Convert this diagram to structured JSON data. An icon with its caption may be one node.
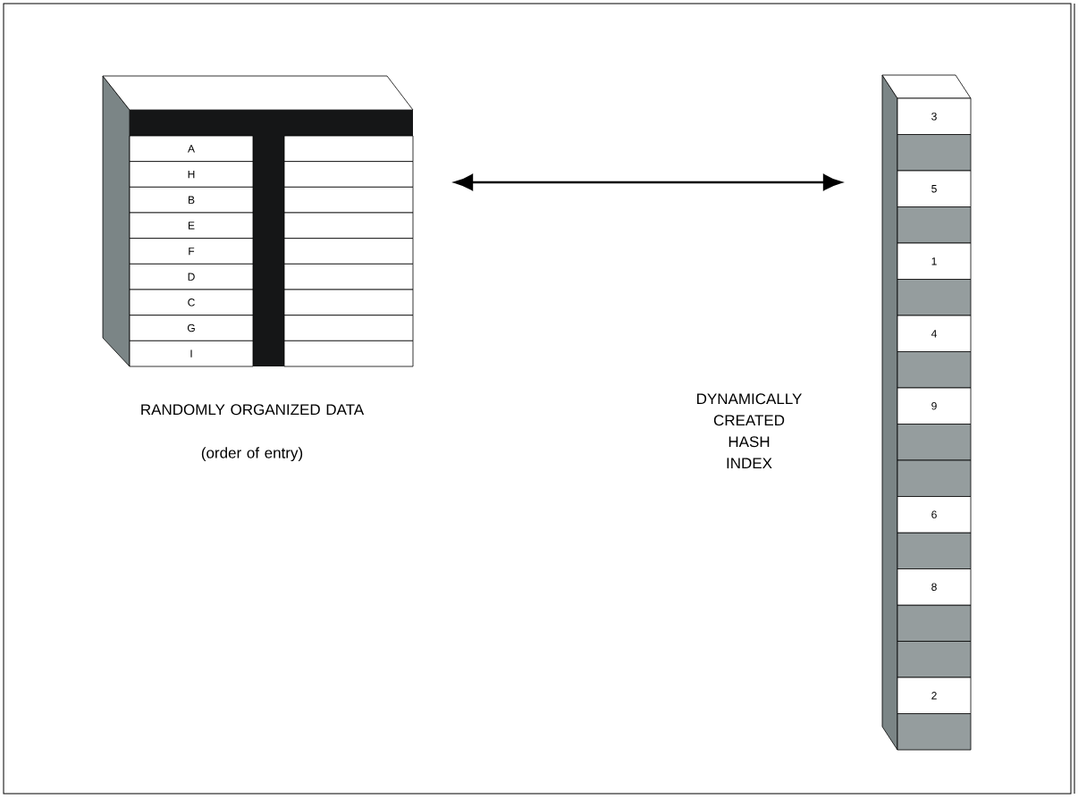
{
  "diagram": {
    "nodes": [
      {
        "text": [
          "A",
          "H",
          "B",
          "E",
          "F",
          "D",
          "C",
          "G",
          "I"
        ],
        "beside": [
          "RANDOMLY ORGANIZED DATA",
          "(order of entry)"
        ]
      },
      {
        "text": [
          "3",
          "5",
          "1",
          "4",
          "9",
          "6",
          "8",
          "2"
        ]
      }
    ],
    "labels": [
      "DYNAMICALLY CREATED HASH INDEX"
    ],
    "edges": [
      {
        "from": 0,
        "to": 1,
        "arrow": "both"
      }
    ]
  }
}
